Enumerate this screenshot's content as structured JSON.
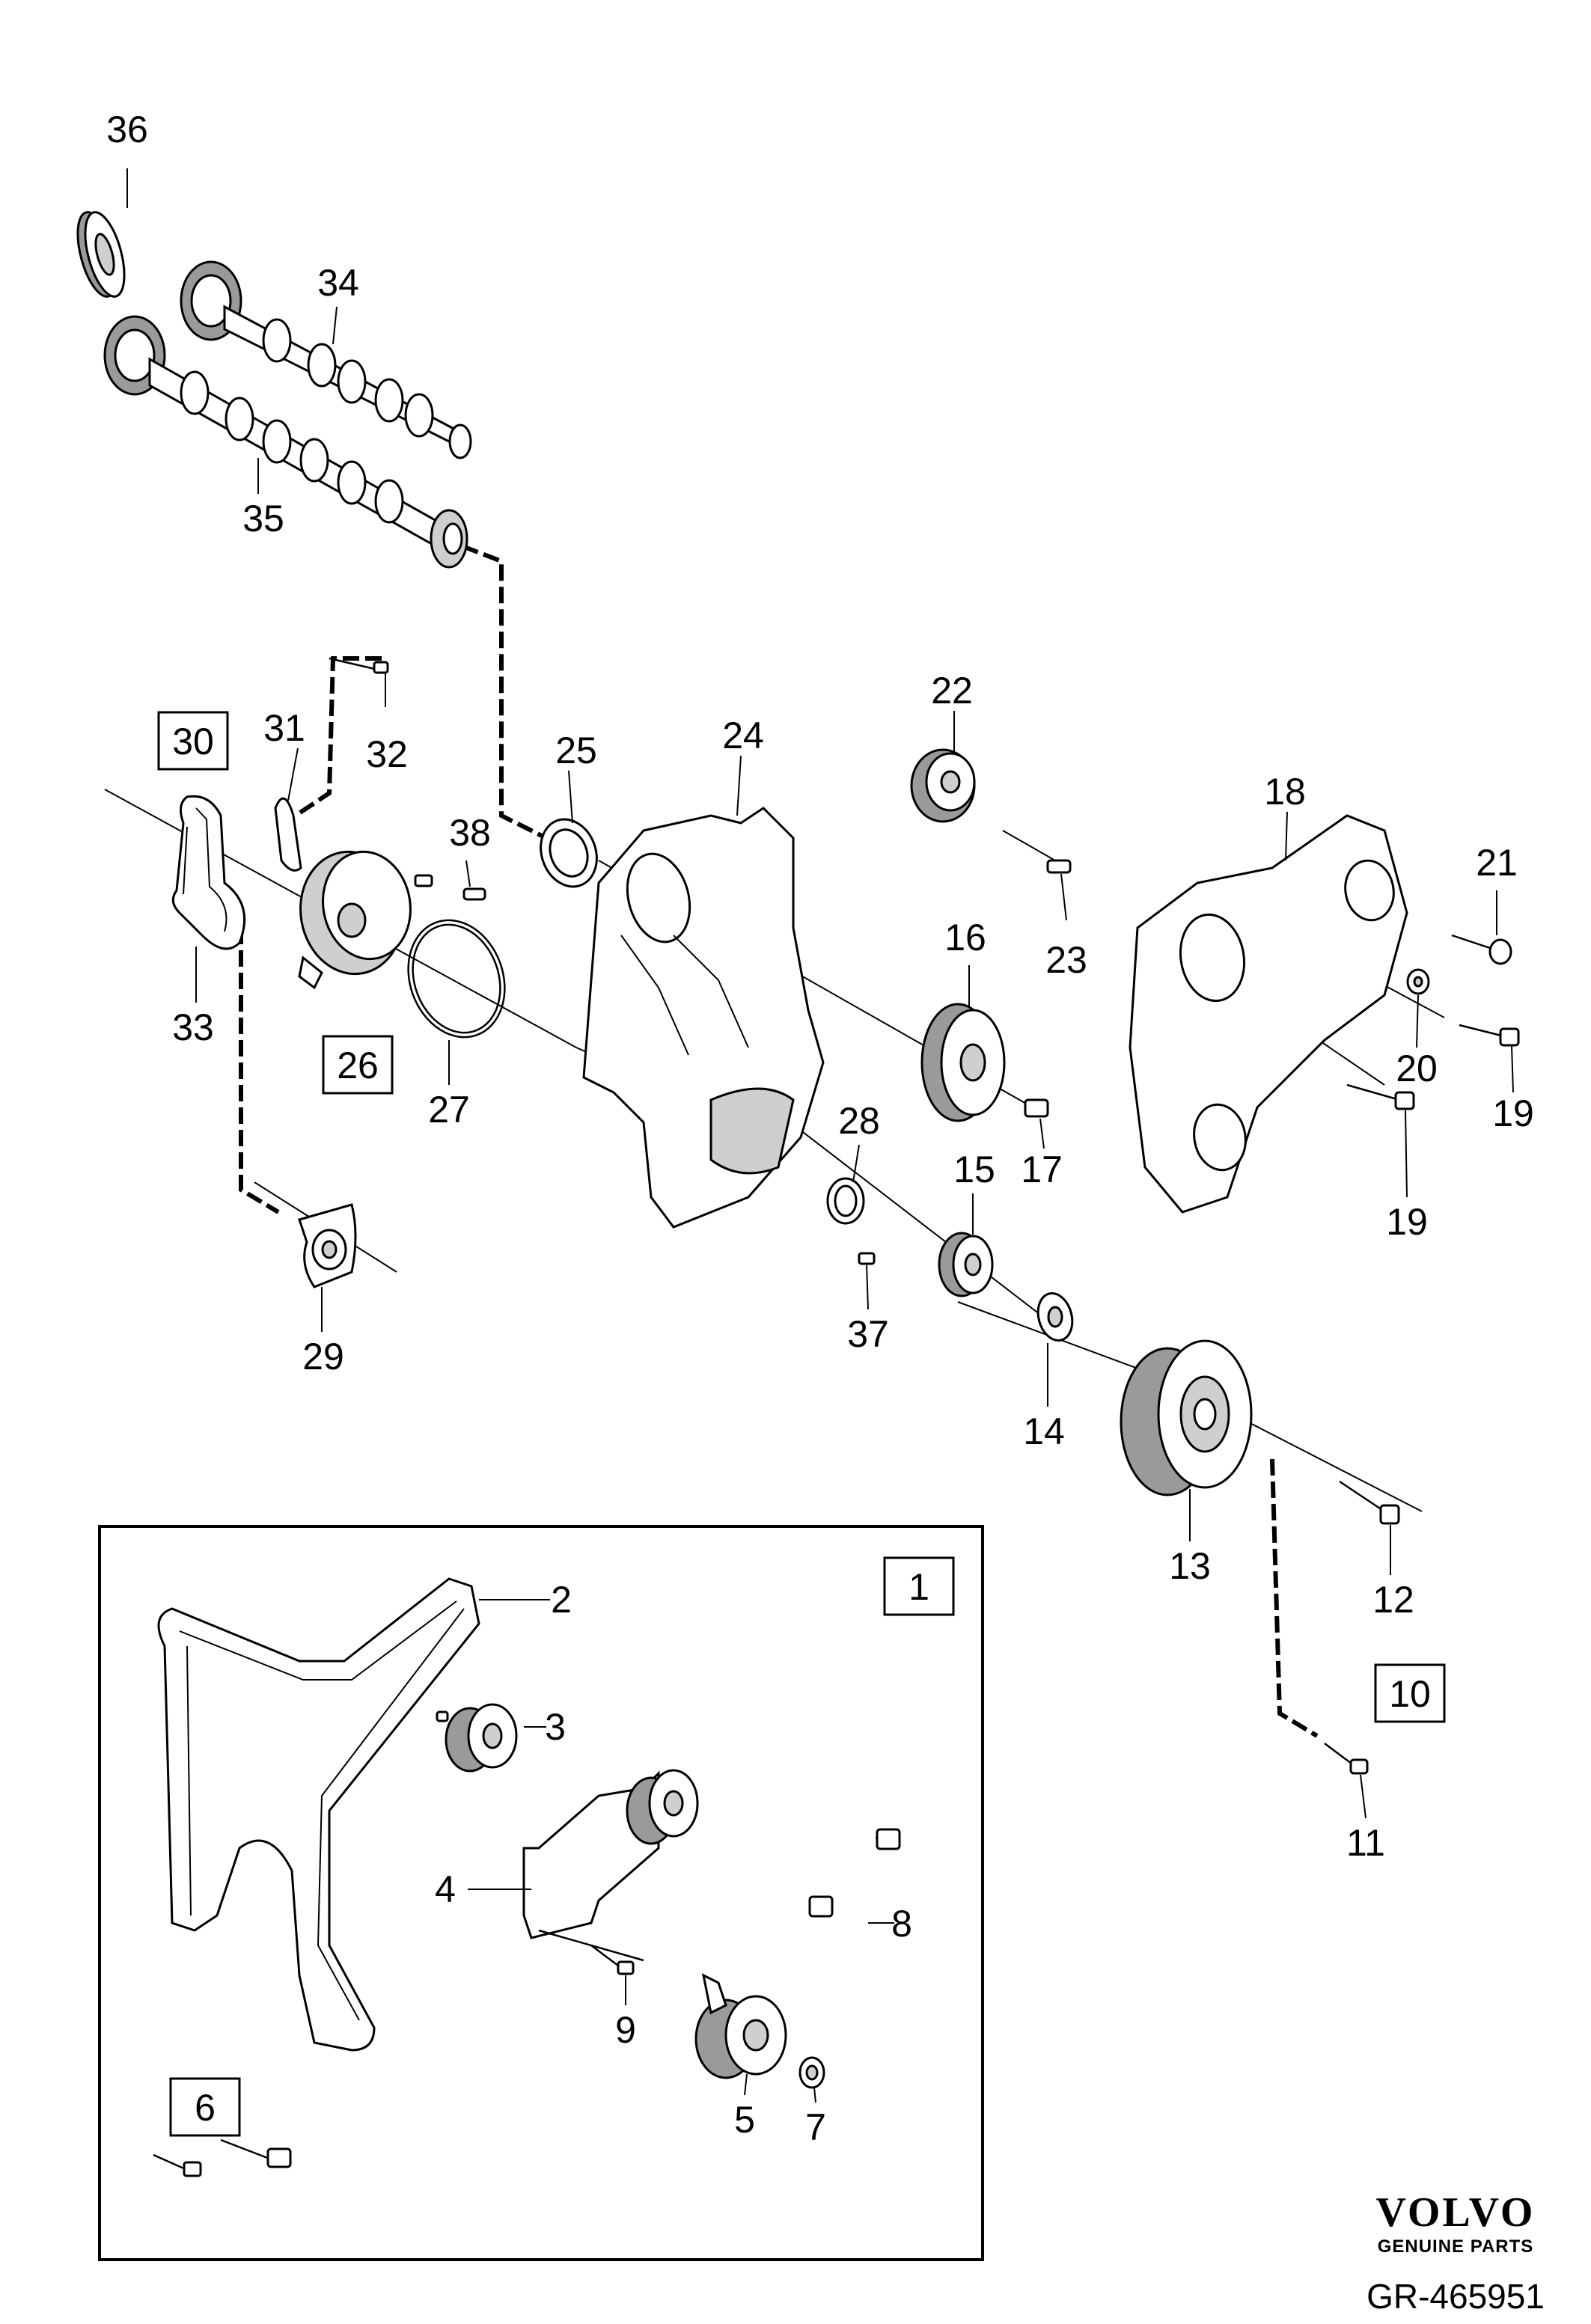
{
  "callouts": [
    {
      "id": "36",
      "text": "36"
    },
    {
      "id": "34",
      "text": "34"
    },
    {
      "id": "35",
      "text": "35"
    },
    {
      "id": "31",
      "text": "31"
    },
    {
      "id": "32",
      "text": "32"
    },
    {
      "id": "25",
      "text": "25"
    },
    {
      "id": "24",
      "text": "24"
    },
    {
      "id": "22",
      "text": "22"
    },
    {
      "id": "18",
      "text": "18"
    },
    {
      "id": "21",
      "text": "21"
    },
    {
      "id": "38",
      "text": "38"
    },
    {
      "id": "23",
      "text": "23"
    },
    {
      "id": "16",
      "text": "16"
    },
    {
      "id": "20",
      "text": "20"
    },
    {
      "id": "19a",
      "text": "19"
    },
    {
      "id": "33",
      "text": "33"
    },
    {
      "id": "27",
      "text": "27"
    },
    {
      "id": "28",
      "text": "28"
    },
    {
      "id": "17",
      "text": "17"
    },
    {
      "id": "15",
      "text": "15"
    },
    {
      "id": "19b",
      "text": "19"
    },
    {
      "id": "37",
      "text": "37"
    },
    {
      "id": "29",
      "text": "29"
    },
    {
      "id": "14",
      "text": "14"
    },
    {
      "id": "13",
      "text": "13"
    },
    {
      "id": "12",
      "text": "12"
    },
    {
      "id": "2",
      "text": "2"
    },
    {
      "id": "3",
      "text": "3"
    },
    {
      "id": "4",
      "text": "4"
    },
    {
      "id": "8",
      "text": "8"
    },
    {
      "id": "11",
      "text": "11"
    },
    {
      "id": "9",
      "text": "9"
    },
    {
      "id": "5",
      "text": "5"
    },
    {
      "id": "7",
      "text": "7"
    }
  ],
  "boxed_callouts": [
    {
      "id": "30",
      "text": "30"
    },
    {
      "id": "26",
      "text": "26"
    },
    {
      "id": "1",
      "text": "1"
    },
    {
      "id": "10",
      "text": "10"
    },
    {
      "id": "6",
      "text": "6"
    }
  ],
  "brand": {
    "name": "VOLVO",
    "tagline": "GENUINE PARTS"
  },
  "document_id": "GR-465951"
}
